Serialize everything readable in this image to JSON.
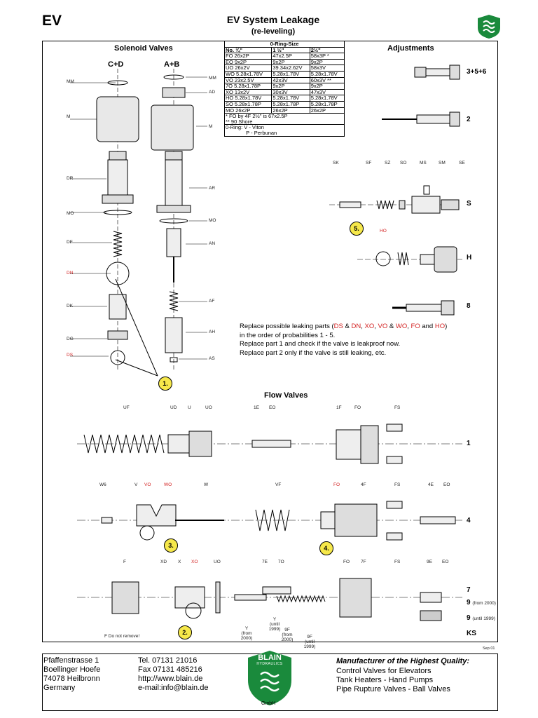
{
  "header": {
    "ev": "EV",
    "title": "EV System Leakage",
    "subtitle": "(re-leveling)"
  },
  "sections": {
    "solenoid": "Solenoid Valves",
    "adjustments": "Adjustments",
    "flow": "Flow Valves"
  },
  "solenoid": {
    "col_cd": "C+D",
    "col_ab": "A+B",
    "left_labels": [
      "MM",
      "M",
      "DR",
      "MO",
      "DF",
      "DN",
      "DK",
      "DG",
      "DS"
    ],
    "right_labels": [
      "MM",
      "AD",
      "M",
      "AR",
      "MO",
      "AN",
      "AF",
      "AH",
      "AS"
    ]
  },
  "ring_table": {
    "caption": "0-Ring-Size",
    "headers": [
      "No. ¾\"",
      "1 ½\"",
      "2½\""
    ],
    "rows": [
      [
        "FO 26x2P",
        "47x2.5P",
        "58x3P *"
      ],
      [
        "EO 9x2P",
        "9x2P",
        "9x2P"
      ],
      [
        "UO 26x2V",
        "39.34x2.62V",
        "58x3V"
      ],
      [
        "WO 5.28x1.78V",
        "5.28x1.78V",
        "5.28x1.78V"
      ],
      [
        "VO 23x2.5V",
        "42x3V",
        "60x3V **"
      ],
      [
        "7O 5.28x1.78P",
        "9x2P",
        "9x2P"
      ],
      [
        "XO 13x2V",
        "30x3V",
        "47x3V"
      ],
      [
        "HO 5.28x1.78V",
        "5.28x1.78V",
        "5.28x1.78V"
      ],
      [
        "SO 5.28x1.78P",
        "5.28x1.78P",
        "5.28x1.78P"
      ],
      [
        "MO 26x2P",
        "26x2P",
        "26x2P"
      ]
    ],
    "notes": [
      "*    FO by 4F 2½\" is 67x2.5P",
      "**   90 Shore"
    ],
    "oring": [
      "0-Ring:    V - Viton",
      "              P - Perbunan"
    ]
  },
  "adjust": {
    "labels": [
      "3+5+6",
      "2",
      "S",
      "H",
      "8"
    ],
    "s_parts": [
      "SK",
      "SF",
      "SZ",
      "SO",
      "MS",
      "SM",
      "SE"
    ],
    "ho": "HO",
    "circle5": "5."
  },
  "instructions": {
    "line1_pre": "Replace possible leaking parts (",
    "line1_ds": "DS",
    "line1_amp1": " & ",
    "line1_dn": "DN",
    "line1_c1": ", ",
    "line1_xo": "XO",
    "line1_c2": ", ",
    "line1_vo": "VO",
    "line1_amp2": " & ",
    "line1_wo": "WO",
    "line1_c3": ", ",
    "line1_fo": "FO",
    "line1_and": " and ",
    "line1_ho": "HO",
    "line1_end": ")",
    "line2": "in the order of probabilities 1 - 5.",
    "line3": "Replace part 1 and check if the valve is leakproof now.",
    "line4": "Replace part 2 only if the valve is still leaking, etc."
  },
  "flow": {
    "row1": [
      "UF",
      "UD",
      "U",
      "UO",
      "1E",
      "EO",
      "1F",
      "FO",
      "FS"
    ],
    "row1_num": "1",
    "row2": [
      "W6",
      "V",
      "VO",
      "WO",
      "W",
      "VF",
      "FO",
      "4F",
      "FS",
      "4E",
      "EO"
    ],
    "row2_num": "4",
    "row3": [
      "F",
      "XD",
      "X",
      "XO",
      "UO",
      "7E",
      "7O",
      "FO",
      "7F",
      "FS",
      "9E",
      "EO"
    ],
    "row3_nums": [
      "7",
      "9",
      "9",
      "KS"
    ],
    "row3_notes": [
      "(from 2000)",
      "(until 1999)"
    ],
    "y_labels": [
      "Y",
      "(from 2000)",
      "Y",
      "(until 1999)",
      "9F",
      "(from 2000)",
      "9F",
      "(until 1999)"
    ],
    "f_note": "F Do not remove!",
    "circles": [
      "1.",
      "2.",
      "3.",
      "4."
    ]
  },
  "date": "Sep 01",
  "footer": {
    "addr": [
      "Pfaffenstrasse 1",
      "Boellinger Hoefe",
      "74078 Heilbronn",
      "Germany"
    ],
    "contact": [
      "Tel. 07131 21016",
      "Fax 07131 485216",
      "http://www.blain.de",
      "e-mail:info@blain.de"
    ],
    "brand": "BLAIN",
    "brand2": "HYDRAULICS",
    "gmbh": "GmbH",
    "tagline": "Manufacturer of the Highest Quality:",
    "products": [
      "Control Valves for Elevators",
      "Tank Heaters - Hand Pumps",
      "Pipe Rupture Valves - Ball Valves"
    ]
  },
  "colors": {
    "accent_red": "#d32222",
    "marker_yellow": "#f6e84a",
    "logo_green": "#1a8a3c"
  }
}
